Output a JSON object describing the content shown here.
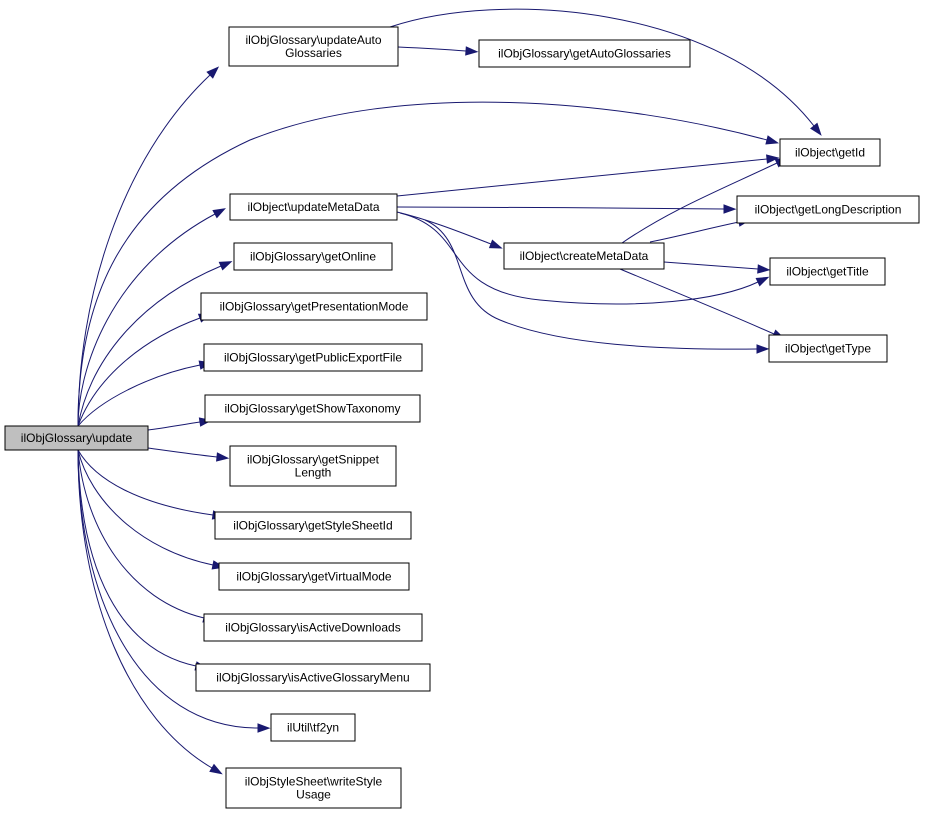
{
  "nodes": [
    {
      "id": "update",
      "lines": [
        "ilObjGlossary\\update"
      ],
      "root": true
    },
    {
      "id": "updateAutoGlossaries",
      "lines": [
        "ilObjGlossary\\updateAuto",
        "Glossaries"
      ]
    },
    {
      "id": "getAutoGlossaries",
      "lines": [
        "ilObjGlossary\\getAutoGlossaries"
      ]
    },
    {
      "id": "getId",
      "lines": [
        "ilObject\\getId"
      ]
    },
    {
      "id": "updateMetaData",
      "lines": [
        "ilObject\\updateMetaData"
      ]
    },
    {
      "id": "getLongDescription",
      "lines": [
        "ilObject\\getLongDescription"
      ]
    },
    {
      "id": "createMetaData",
      "lines": [
        "ilObject\\createMetaData"
      ]
    },
    {
      "id": "getTitle",
      "lines": [
        "ilObject\\getTitle"
      ]
    },
    {
      "id": "getType",
      "lines": [
        "ilObject\\getType"
      ]
    },
    {
      "id": "getOnline",
      "lines": [
        "ilObjGlossary\\getOnline"
      ]
    },
    {
      "id": "getPresentationMode",
      "lines": [
        "ilObjGlossary\\getPresentationMode"
      ]
    },
    {
      "id": "getPublicExportFile",
      "lines": [
        "ilObjGlossary\\getPublicExportFile"
      ]
    },
    {
      "id": "getShowTaxonomy",
      "lines": [
        "ilObjGlossary\\getShowTaxonomy"
      ]
    },
    {
      "id": "getSnippetLength",
      "lines": [
        "ilObjGlossary\\getSnippet",
        "Length"
      ]
    },
    {
      "id": "getStyleSheetId",
      "lines": [
        "ilObjGlossary\\getStyleSheetId"
      ]
    },
    {
      "id": "getVirtualMode",
      "lines": [
        "ilObjGlossary\\getVirtualMode"
      ]
    },
    {
      "id": "isActiveDownloads",
      "lines": [
        "ilObjGlossary\\isActiveDownloads"
      ]
    },
    {
      "id": "isActiveGlossaryMenu",
      "lines": [
        "ilObjGlossary\\isActiveGlossaryMenu"
      ]
    },
    {
      "id": "tf2yn",
      "lines": [
        "ilUtil\\tf2yn"
      ]
    },
    {
      "id": "writeStyleUsage",
      "lines": [
        "ilObjStyleSheet\\writeStyle",
        "Usage"
      ]
    }
  ],
  "edges": [
    [
      "update",
      "updateAutoGlossaries"
    ],
    [
      "update",
      "getId"
    ],
    [
      "update",
      "updateMetaData"
    ],
    [
      "update",
      "getOnline"
    ],
    [
      "update",
      "getPresentationMode"
    ],
    [
      "update",
      "getPublicExportFile"
    ],
    [
      "update",
      "getShowTaxonomy"
    ],
    [
      "update",
      "getSnippetLength"
    ],
    [
      "update",
      "getStyleSheetId"
    ],
    [
      "update",
      "getVirtualMode"
    ],
    [
      "update",
      "isActiveDownloads"
    ],
    [
      "update",
      "isActiveGlossaryMenu"
    ],
    [
      "update",
      "tf2yn"
    ],
    [
      "update",
      "writeStyleUsage"
    ],
    [
      "updateAutoGlossaries",
      "getAutoGlossaries"
    ],
    [
      "updateAutoGlossaries",
      "getId"
    ],
    [
      "updateMetaData",
      "getId"
    ],
    [
      "updateMetaData",
      "getLongDescription"
    ],
    [
      "updateMetaData",
      "createMetaData"
    ],
    [
      "updateMetaData",
      "getTitle"
    ],
    [
      "updateMetaData",
      "getType"
    ],
    [
      "createMetaData",
      "getId"
    ],
    [
      "createMetaData",
      "getLongDescription"
    ],
    [
      "createMetaData",
      "getTitle"
    ],
    [
      "createMetaData",
      "getType"
    ]
  ],
  "colors": {
    "edge": "#191970",
    "root_fill": "#bfbfbf",
    "node_fill": "#ffffff",
    "border": "#000000"
  }
}
